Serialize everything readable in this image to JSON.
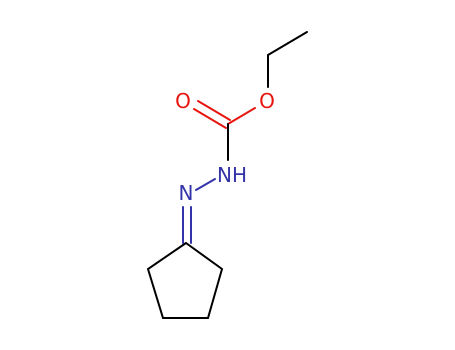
{
  "atoms": {
    "carbonyl_oxygen": "O",
    "ester_oxygen": "O",
    "amide_nitrogen": "NH",
    "imine_nitrogen": "N"
  },
  "colors": {
    "oxygen": "#e8150f",
    "nitrogen": "#3333aa",
    "bond": "#000000",
    "background": "#ffffff"
  }
}
